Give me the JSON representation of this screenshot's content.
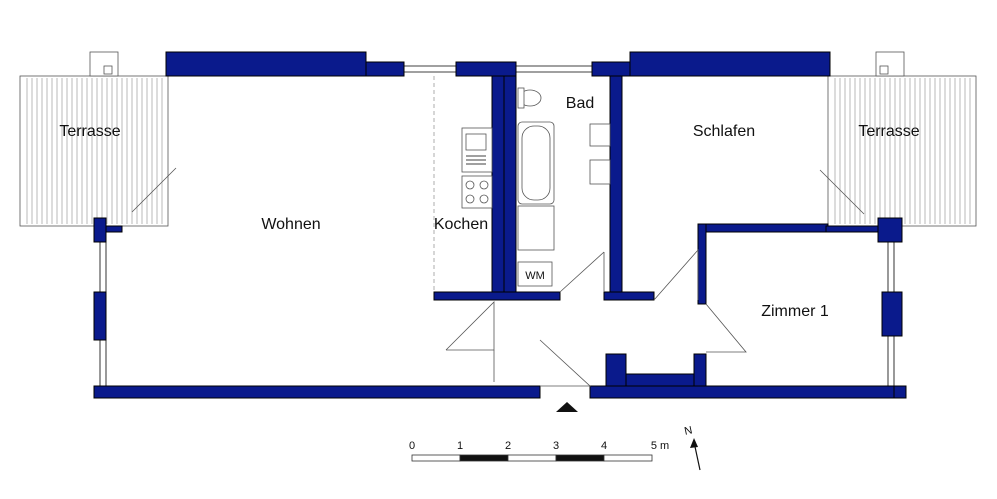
{
  "rooms": {
    "terrace_left": "Terrasse",
    "living": "Wohnen",
    "kitchen": "Kochen",
    "bath": "Bad",
    "bedroom": "Schlafen",
    "terrace_right": "Terrasse",
    "room1": "Zimmer 1"
  },
  "fixtures": {
    "washing_machine": "WM"
  },
  "scale": {
    "ticks": [
      "0",
      "1",
      "2",
      "3",
      "4",
      "5 m"
    ]
  },
  "compass": {
    "north": "N"
  },
  "colors": {
    "wall": "#0a1a8c"
  }
}
